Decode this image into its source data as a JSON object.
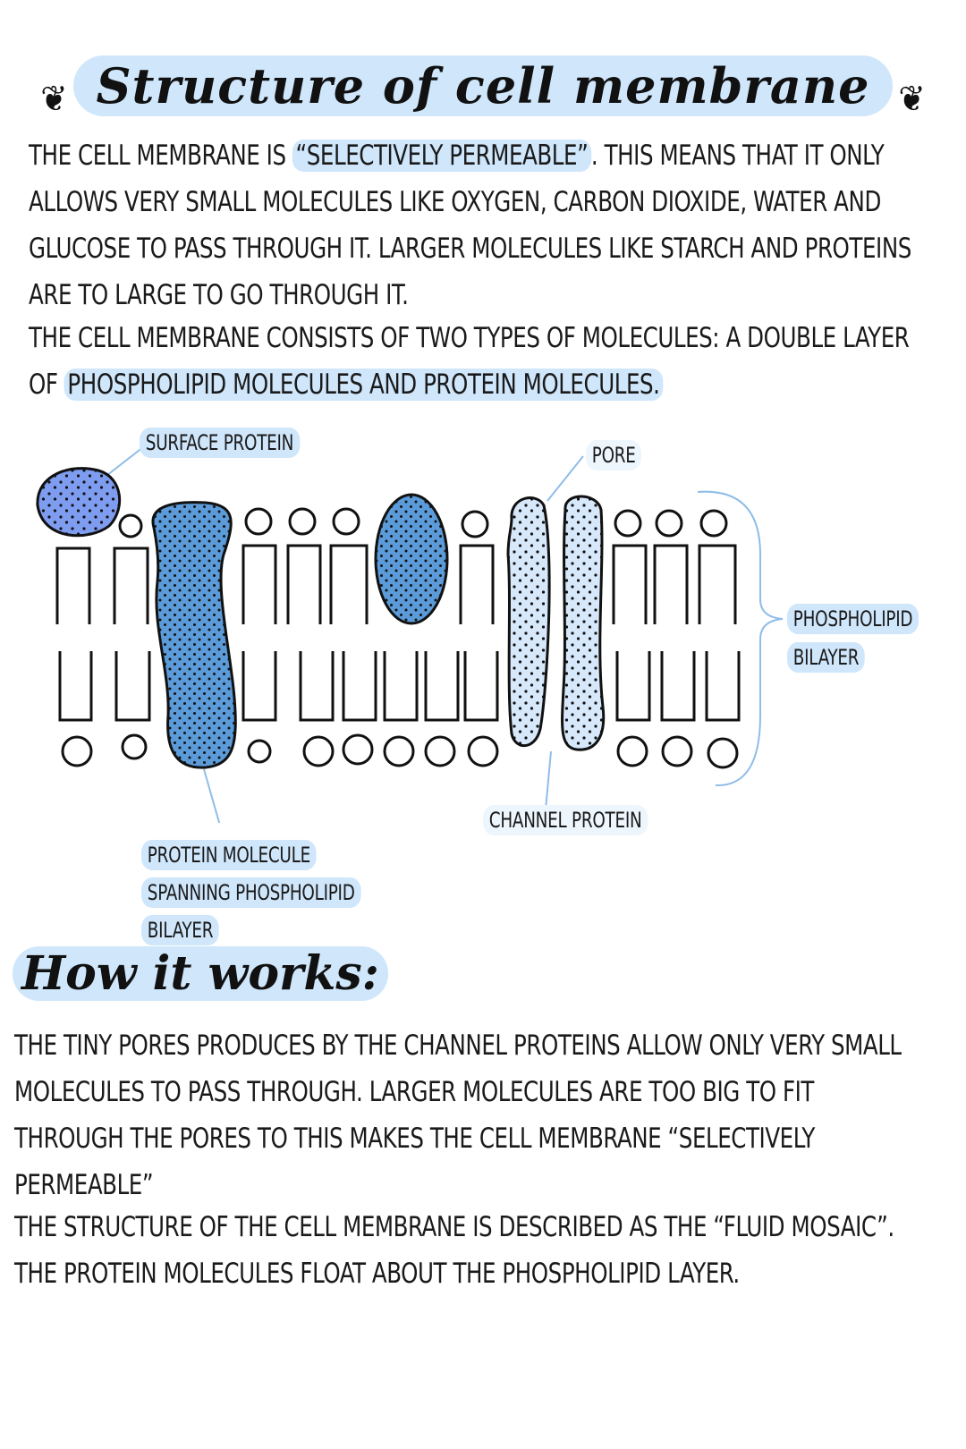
{
  "title": "Structure of cell membrane",
  "intro": {
    "p1_before": "THE CELL MEMBRANE IS ",
    "p1_highlight": "“SELECTIVELY PERMEABLE”",
    "p1_after": ". THIS MEANS THAT IT ONLY ALLOWS VERY SMALL MOLECULES LIKE OXYGEN, CARBON DIOXIDE, WATER AND GLUCOSE TO PASS THROUGH IT. LARGER MOLECULES LIKE STARCH AND PROTEINS ARE TO LARGE TO GO THROUGH IT.",
    "p2_before": "THE CELL MEMBRANE CONSISTS OF TWO TYPES OF MOLECULES: A DOUBLE LAYER OF ",
    "p2_highlight": "PHOSPHOLIPID MOLECULES AND PROTEIN MOLECULES."
  },
  "diagram": {
    "labels": {
      "surface_protein": "SURFACE PROTEIN",
      "pore": "PORE",
      "phospholipid": "PHOSPHOLIPID",
      "bilayer": "BILAYER",
      "channel_protein": "CHANNEL PROTEIN",
      "protein_molecule_1": "PROTEIN MOLECULE",
      "protein_molecule_2": "SPANNING PHOSPHOLIPID",
      "protein_molecule_3": "BILAYER"
    },
    "colors": {
      "surface_protein": "#7f9df0",
      "spanning_protein": "#5b9bd9",
      "embedded_protein": "#5b9bd9",
      "channel_protein": "#d6e8fa",
      "pointer_line": "#8fbde8"
    }
  },
  "how_it_works": {
    "heading": "How it works:",
    "p1": "THE TINY PORES PRODUCES BY THE CHANNEL PROTEINS ALLOW ONLY VERY SMALL MOLECULES TO PASS THROUGH. LARGER MOLECULES ARE TOO BIG TO FIT THROUGH THE PORES TO THIS MAKES THE CELL MEMBRANE “SELECTIVELY PERMEABLE”",
    "p2": "THE STRUCTURE OF THE CELL MEMBRANE IS DESCRIBED AS THE “FLUID MOSAIC”. THE PROTEIN MOLECULES FLOAT ABOUT THE PHOSPHOLIPID LAYER."
  }
}
